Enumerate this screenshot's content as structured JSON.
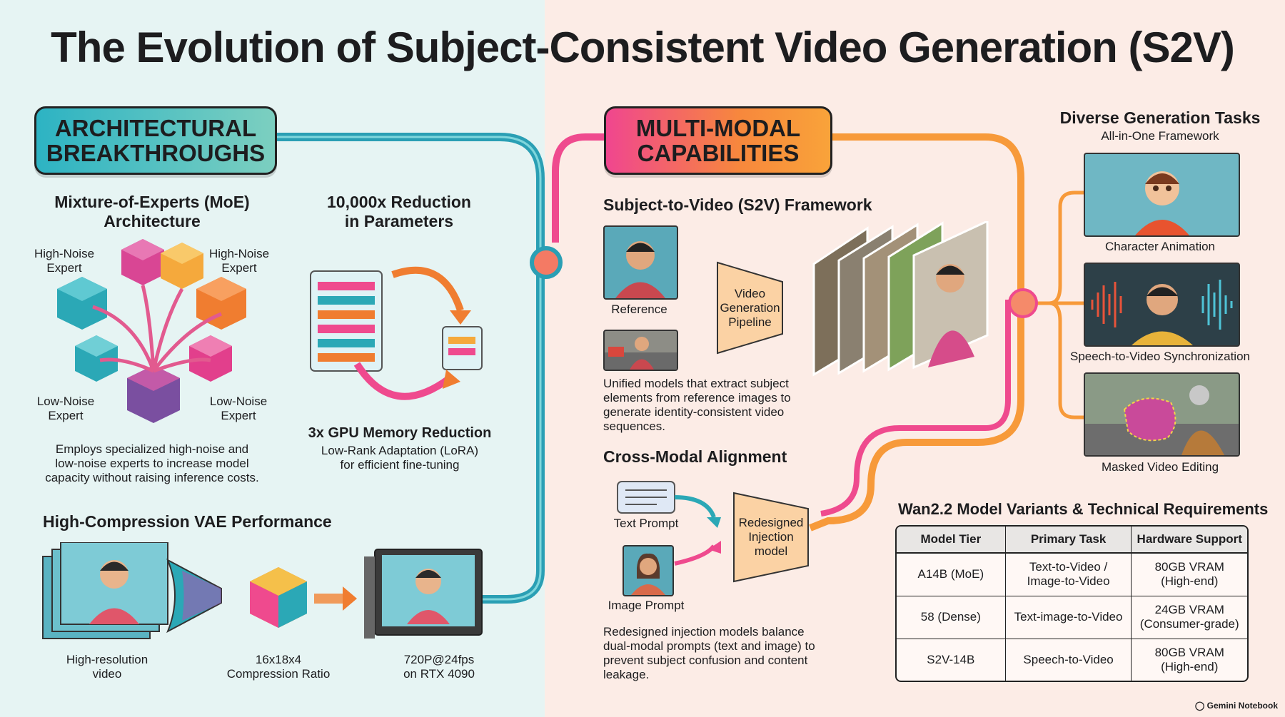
{
  "title": "The Evolution of Subject-Consistent Video Generation (S2V)",
  "banners": {
    "architectural": [
      "ARCHITECTURAL",
      "BREAKTHROUGHS"
    ],
    "multimodal": [
      "MULTI-MODAL",
      "CAPABILITIES"
    ]
  },
  "moe": {
    "title": [
      "Mixture-of-Experts (MoE)",
      "Architecture"
    ],
    "experts": {
      "high_left": [
        "High-Noise",
        "Expert"
      ],
      "high_right": [
        "High-Noise",
        "Expert"
      ],
      "low_left": [
        "Low-Noise",
        "Expert"
      ],
      "low_right": [
        "Low-Noise",
        "Expert"
      ]
    },
    "desc": [
      "Employs specialized high-noise and",
      "low-noise experts to increase model",
      "capacity without raising inference costs."
    ]
  },
  "reduction": {
    "title": [
      "10,000x Reduction",
      "in Parameters"
    ],
    "gpu_title": "3x GPU Memory Reduction",
    "gpu_desc": [
      "Low-Rank Adaptation (LoRA)",
      "for efficient fine-tuning"
    ]
  },
  "vae": {
    "title": "High-Compression VAE Performance",
    "input": [
      "High-resolution",
      "video"
    ],
    "ratio": [
      "16x18x4",
      "Compression Ratio"
    ],
    "output": [
      "720P@24fps",
      "on RTX 4090"
    ]
  },
  "s2v": {
    "title": "Subject-to-Video (S2V) Framework",
    "reference": "Reference",
    "pipeline": [
      "Video",
      "Generation",
      "Pipeline"
    ],
    "desc": [
      "Unified models that extract subject",
      "elements from reference images to",
      "generate identity-consistent video",
      "sequences."
    ]
  },
  "crossmodal": {
    "title": "Cross-Modal Alignment",
    "text_prompt": "Text Prompt",
    "image_prompt": "Image Prompt",
    "injection": [
      "Redesigned",
      "Injection",
      "model"
    ],
    "desc": [
      "Redesigned injection models balance",
      "dual-modal prompts (text and image) to",
      "prevent subject confusion and content",
      "leakage."
    ]
  },
  "tasks": {
    "title": "Diverse Generation Tasks",
    "subtitle": "All-in-One Framework",
    "items": [
      "Character Animation",
      "Speech-to-Video Synchronization",
      "Masked Video Editing"
    ]
  },
  "variants": {
    "title": "Wan2.2 Model Variants & Technical Requirements",
    "headers": [
      "Model Tier",
      "Primary Task",
      "Hardware Support"
    ],
    "rows": [
      [
        [
          "A14B (MoE)"
        ],
        [
          "Text-to-Video /",
          "Image-to-Video"
        ],
        [
          "80GB VRAM",
          "(High-end)"
        ]
      ],
      [
        [
          "58 (Dense)"
        ],
        [
          "Text-image-to-Video"
        ],
        [
          "24GB VRAM",
          "(Consumer-grade)"
        ]
      ],
      [
        [
          "S2V-14B"
        ],
        [
          "Speech-to-Video"
        ],
        [
          "80GB VRAM",
          "(High-end)"
        ]
      ]
    ]
  },
  "footer": "Gemini Notebook",
  "colors": {
    "teal": "#2aa6b8",
    "pink": "#ef4a8e",
    "orange": "#f79a3a"
  }
}
